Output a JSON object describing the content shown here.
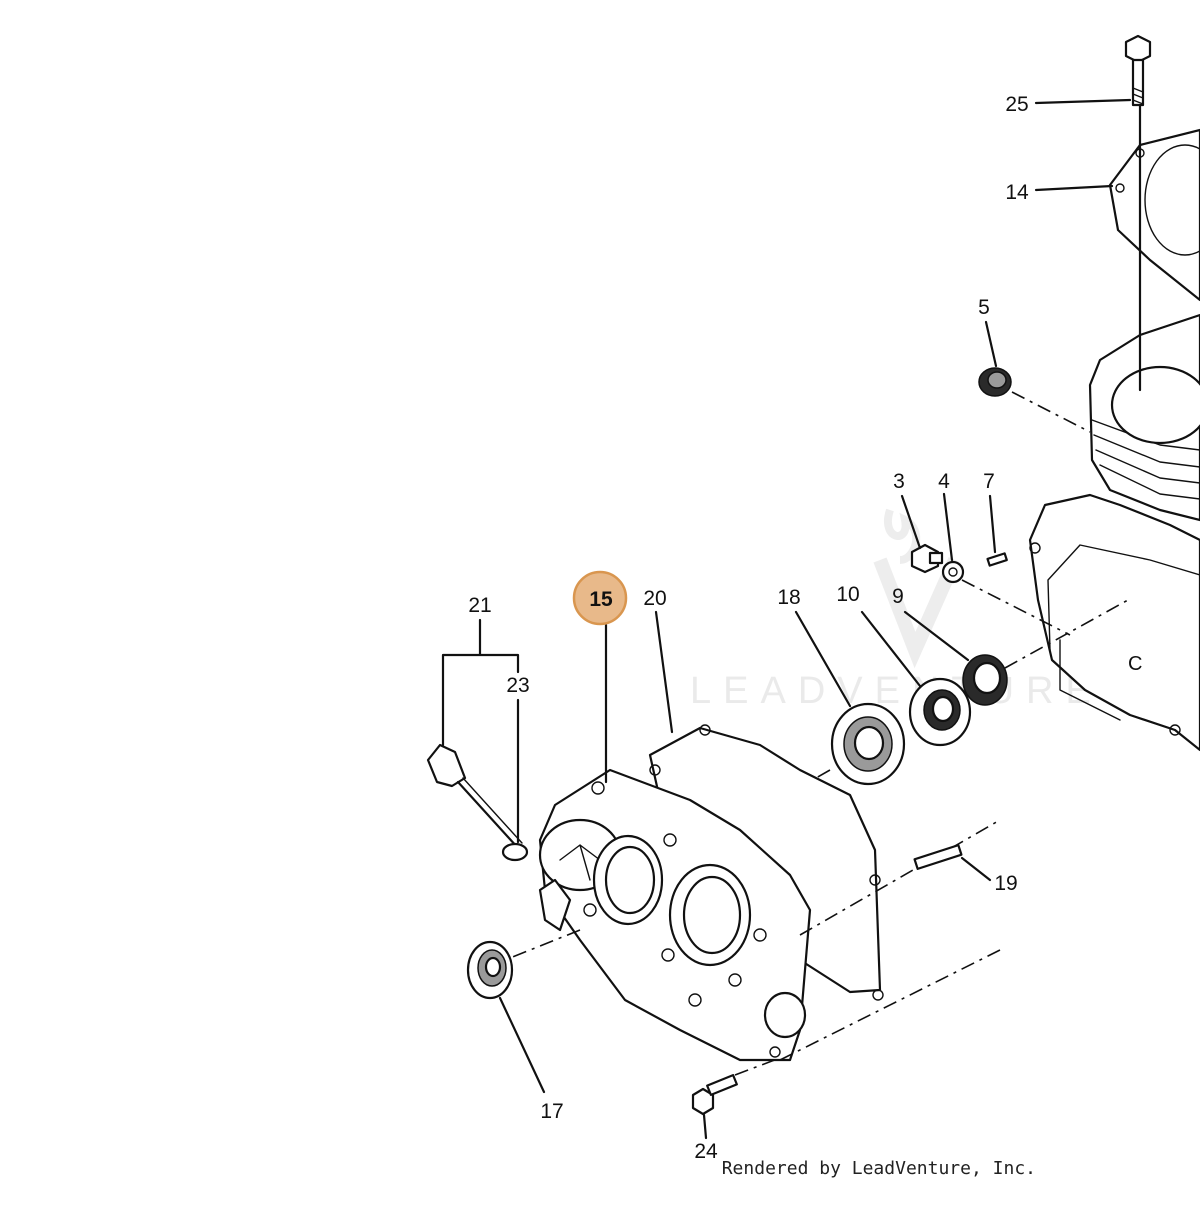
{
  "diagram": {
    "callouts": [
      {
        "id": "3",
        "label": "3"
      },
      {
        "id": "4",
        "label": "4"
      },
      {
        "id": "5",
        "label": "5"
      },
      {
        "id": "7",
        "label": "7"
      },
      {
        "id": "9",
        "label": "9"
      },
      {
        "id": "10",
        "label": "10"
      },
      {
        "id": "14",
        "label": "14"
      },
      {
        "id": "15",
        "label": "15",
        "highlighted": true
      },
      {
        "id": "17",
        "label": "17"
      },
      {
        "id": "18",
        "label": "18"
      },
      {
        "id": "19",
        "label": "19"
      },
      {
        "id": "20",
        "label": "20"
      },
      {
        "id": "21",
        "label": "21"
      },
      {
        "id": "23",
        "label": "23"
      },
      {
        "id": "24",
        "label": "24"
      },
      {
        "id": "25",
        "label": "25"
      }
    ],
    "highlight_color": "#e8b98a",
    "highlight_stroke": "#d9964f",
    "line_color": "#111111"
  },
  "watermark": {
    "text": "LEADVENTURE"
  },
  "footer": {
    "credit": "Rendered by LeadVenture, Inc."
  }
}
